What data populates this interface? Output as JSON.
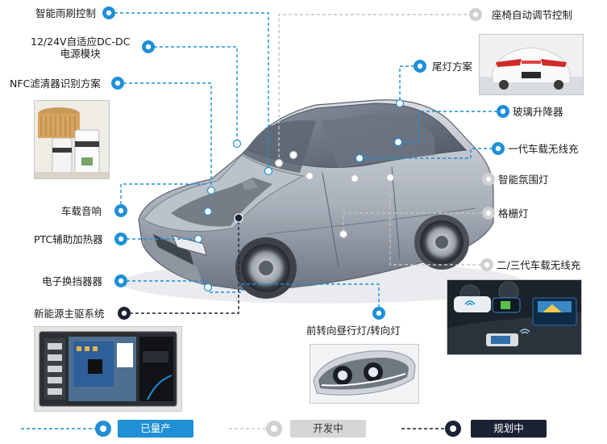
{
  "labels": {
    "wiper": "智能雨刷控制",
    "dcdc": "12/24V自适应DC-DC\n电源模块",
    "nfc": "NFC滤清器识别方案",
    "audio": "车载音响",
    "ptc": "PTC辅助加热器",
    "shifter": "电子换挡器器",
    "ev_drive": "新能源主驱系统",
    "seat": "座椅自动调节控制",
    "tail": "尾灯方案",
    "window": "玻璃升降器",
    "wireless1": "一代车载无线充",
    "ambient": "智能氛围灯",
    "grille": "格栅灯",
    "wireless23": "二/三代车载无线充",
    "front_light": "前转向昼行灯/转向灯"
  },
  "legend": {
    "produced": "已量产",
    "developing": "开发中",
    "planning": "规划中"
  },
  "colors": {
    "produced": "#1f8fd6",
    "developing": "#c8c8c8",
    "planning": "#1a2233"
  }
}
